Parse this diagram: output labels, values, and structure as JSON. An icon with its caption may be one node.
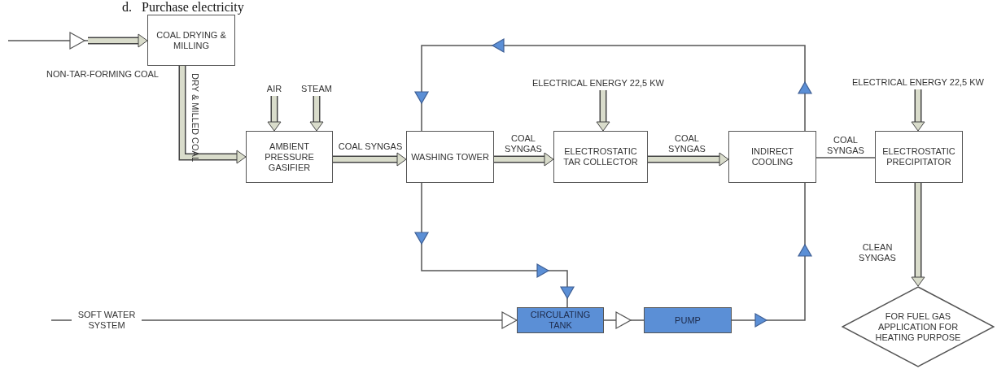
{
  "diagram": {
    "nodes": [
      {
        "text": [
          "COAL DRYING & MILLING"
        ]
      },
      {
        "text": [
          "AMBIENT PRESSURE GASIFIER"
        ]
      },
      {
        "text": [
          "WASHING TOWER"
        ]
      },
      {
        "text": [
          "ELECTROSTATIC TAR COLLECTOR"
        ]
      },
      {
        "text": [
          "INDIRECT COOLING"
        ]
      },
      {
        "text": [
          "ELECTROSTATIC PRECIPITATOR"
        ]
      },
      {
        "text": [
          "FOR FUEL GAS APPLICATION FOR HEATING PURPOSE"
        ]
      },
      {
        "text": [
          "CIRCULATING TANK"
        ]
      },
      {
        "text": [
          "PUMP"
        ]
      },
      {
        "text": [
          "AIR"
        ]
      },
      {
        "text": [
          "STEAM"
        ]
      },
      {
        "text": [
          "ELECTRICAL ENERGY 22,5 KW"
        ]
      },
      {
        "text": [
          "ELECTRICAL ENERGY 22,5 KW"
        ]
      }
    ],
    "edges": [
      {
        "from": null,
        "to": 0,
        "arrow": "to",
        "label": "NON-TAR-FORMING  COAL"
      },
      {
        "from": 0,
        "to": 1,
        "arrow": "to",
        "label": "DRY & MILLED COAL"
      },
      {
        "from": 9,
        "to": 1,
        "arrow": "to"
      },
      {
        "from": 10,
        "to": 1,
        "arrow": "to"
      },
      {
        "from": 1,
        "to": 2,
        "arrow": "to",
        "label": "COAL SYNGAS"
      },
      {
        "from": 2,
        "to": 3,
        "arrow": "to",
        "label": "COAL SYNGAS"
      },
      {
        "from": 11,
        "to": 3,
        "arrow": "to"
      },
      {
        "from": 3,
        "to": 4,
        "arrow": "to",
        "label": "COAL SYNGAS"
      },
      {
        "from": 4,
        "to": 5,
        "arrow": "none",
        "label": "COAL SYNGAS"
      },
      {
        "from": 12,
        "to": 5,
        "arrow": "to"
      },
      {
        "from": 5,
        "to": 6,
        "arrow": "to",
        "label": "CLEAN SYNGAS"
      },
      {
        "from": 4,
        "to": 2,
        "arrow": "to"
      },
      {
        "from": 2,
        "to": 7,
        "arrow": "to"
      },
      {
        "from": null,
        "to": 7,
        "arrow": "to",
        "label": "SOFT WATER SYSTEM"
      },
      {
        "from": 7,
        "to": 8,
        "arrow": "to"
      },
      {
        "from": 8,
        "to": 4,
        "arrow": "to"
      }
    ],
    "labels": [
      "d.   Purchase electricity"
    ]
  }
}
